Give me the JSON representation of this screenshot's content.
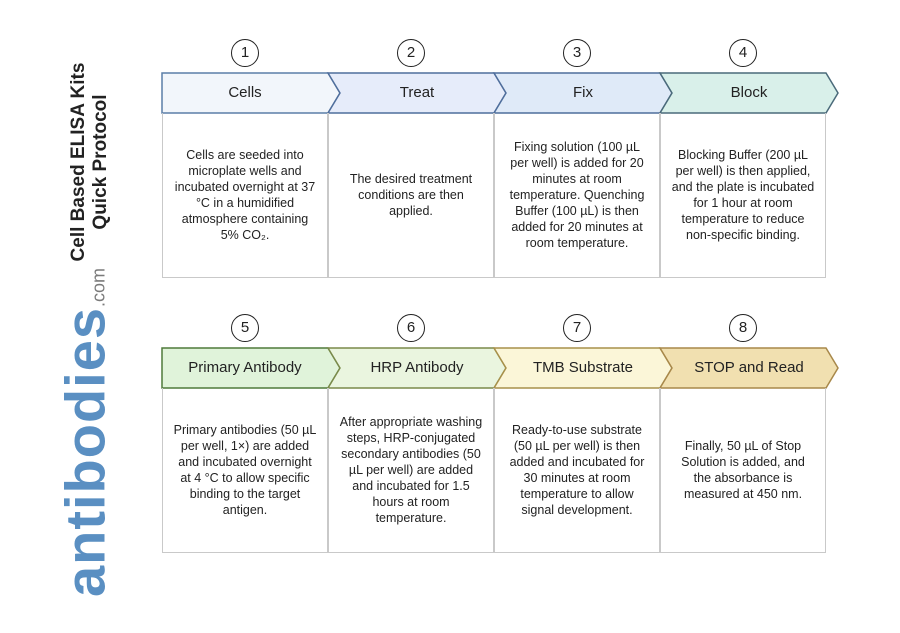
{
  "title": {
    "line1": "Cell Based ELISA Kits",
    "line2": "Quick Protocol"
  },
  "logo": {
    "main": "antibodies",
    "domain": ".com"
  },
  "steps": [
    {
      "num": "1",
      "label": "Cells",
      "fill": "#f2f6fb",
      "stroke": "#5b7fa8",
      "text": "Cells are seeded into microplate wells and incubated overnight at 37 °C in a humidified atmosphere containing 5% CO₂."
    },
    {
      "num": "2",
      "label": "Treat",
      "fill": "#e6ecfa",
      "stroke": "#4f6e9c",
      "text": "The desired treatment conditions are then applied."
    },
    {
      "num": "3",
      "label": "Fix",
      "fill": "#dfeaf8",
      "stroke": "#4f6e9c",
      "text": "Fixing solution (100 µL per well) is added for 20 minutes at room temperature. Quenching Buffer (100 µL) is then added for 20 minutes at room temperature."
    },
    {
      "num": "4",
      "label": "Block",
      "fill": "#d9f0ea",
      "stroke": "#4a6a7a",
      "text": "Blocking Buffer (200 µL per well) is then applied, and the plate is incubated for 1 hour at room temperature to reduce non-specific binding."
    },
    {
      "num": "5",
      "label": "Primary Antibody",
      "fill": "#e0f3da",
      "stroke": "#4f7a3a",
      "text": "Primary antibodies (50 µL per well, 1×) are added and incubated overnight at 4 °C to allow specific binding to the target antigen."
    },
    {
      "num": "6",
      "label": "HRP Antibody",
      "fill": "#eaf5df",
      "stroke": "#7a8a4a",
      "text": "After appropriate washing steps, HRP-conjugated secondary antibodies (50 µL per well) are added and incubated for 1.5 hours at room temperature."
    },
    {
      "num": "7",
      "label": "TMB Substrate",
      "fill": "#fbf6d8",
      "stroke": "#a8904a",
      "text": "Ready-to-use substrate (50 µL per well) is then added and incubated for 30 minutes at room temperature to allow signal development."
    },
    {
      "num": "8",
      "label": "STOP and Read",
      "fill": "#f1e0b0",
      "stroke": "#a8884a",
      "text": "Finally, 50 µL of Stop Solution is added, and the absorbance is measured at 450 nm."
    }
  ]
}
